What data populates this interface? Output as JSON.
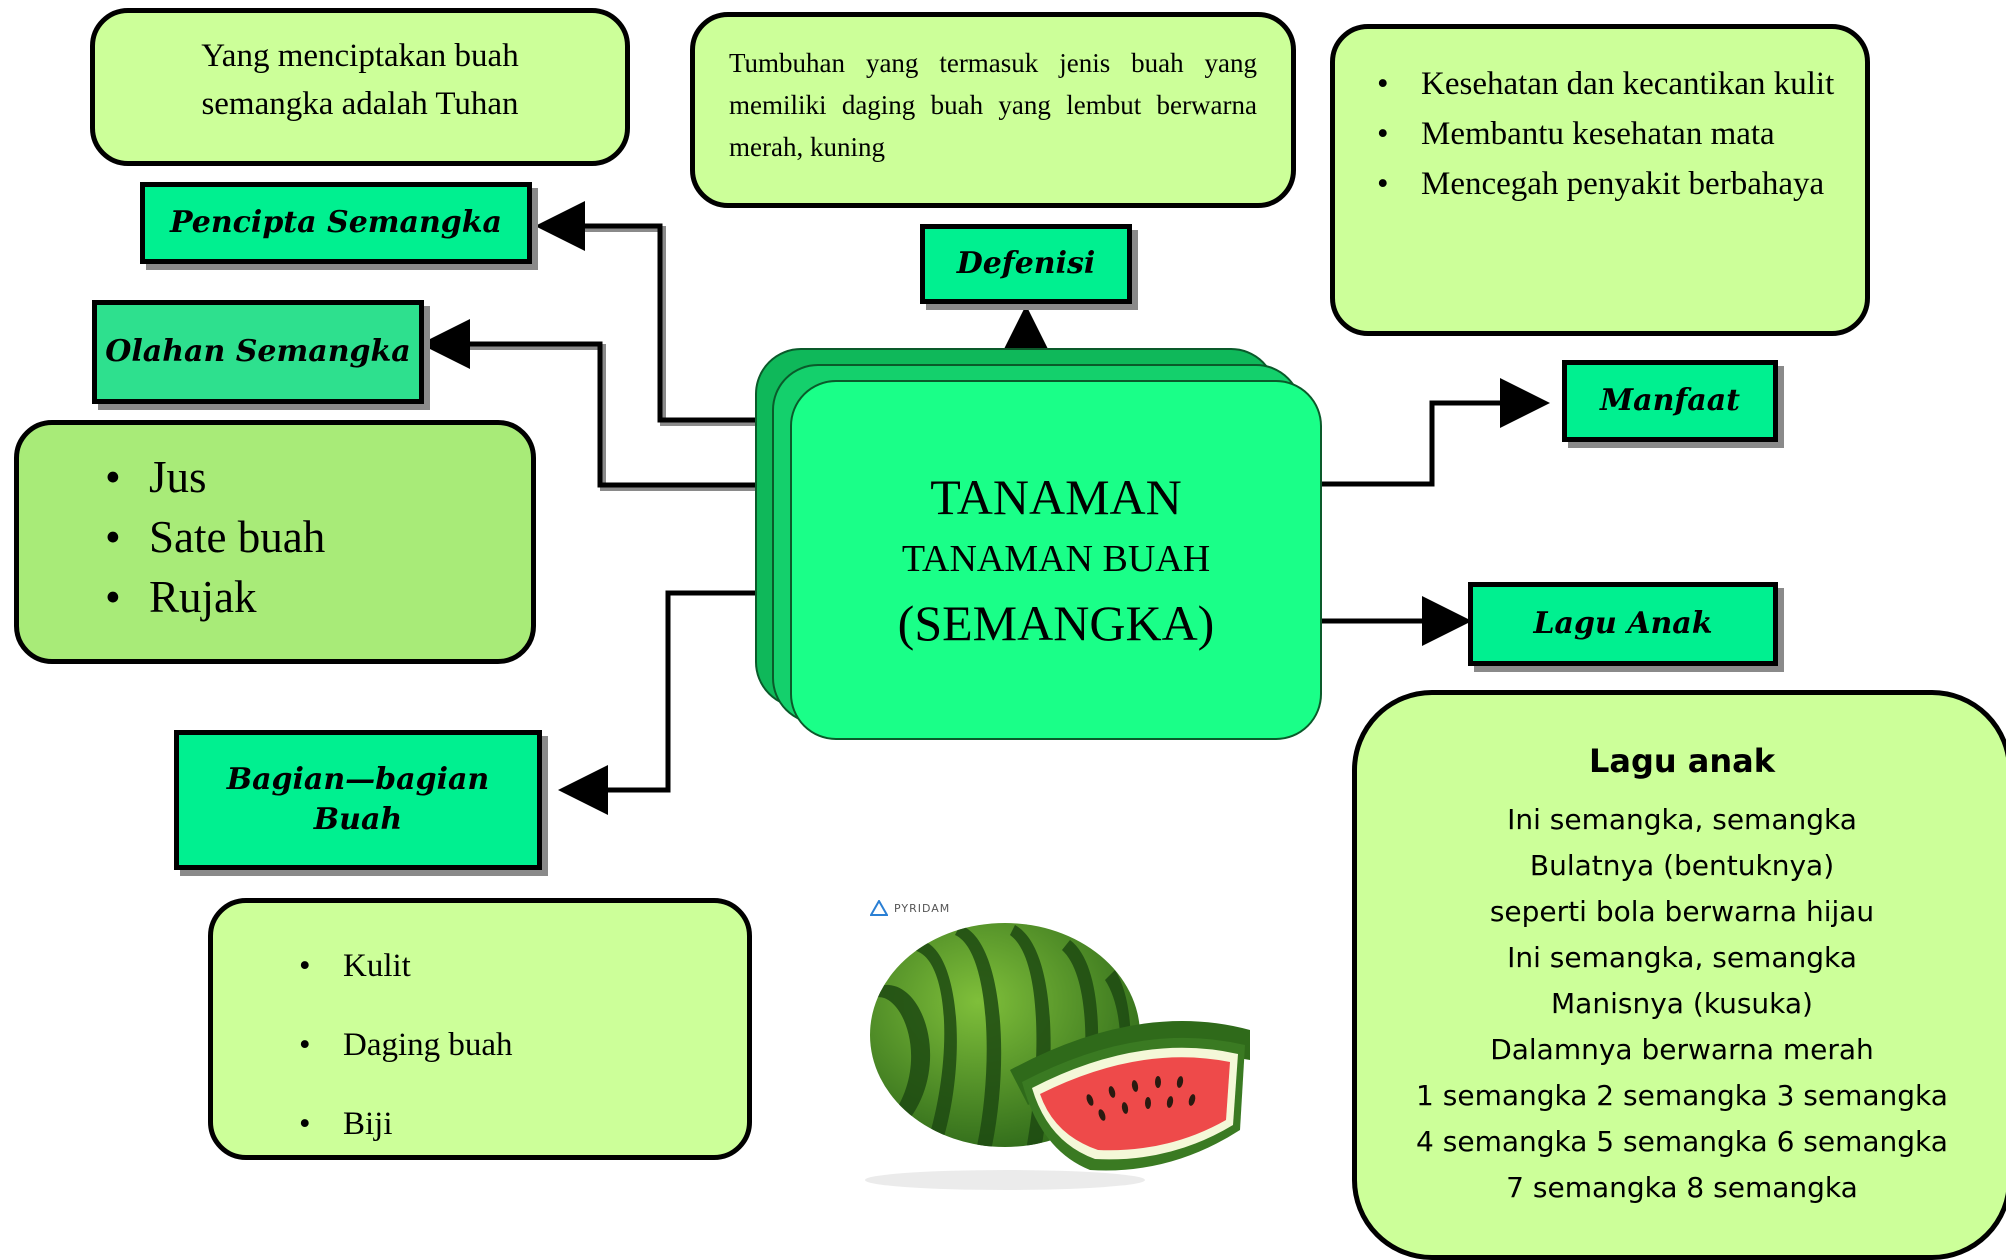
{
  "center": {
    "line1": "TANAMAN",
    "line2": "TANAMAN BUAH",
    "line3": "(SEMANGKA)"
  },
  "labels": {
    "pencipta": "Pencipta Semangka",
    "olahan": "Olahan Semangka",
    "bagian_line1": "Bagian—bagian",
    "bagian_line2": "Buah",
    "defenisi": "Defenisi",
    "manfaat": "Manfaat",
    "lagu": "Lagu Anak"
  },
  "pencipta_text": "Yang menciptakan buah semangka adalah Tuhan",
  "defenisi_text": "Tumbuhan yang termasuk jenis buah yang memiliki daging buah yang lembut berwarna merah, kuning",
  "manfaat_items": [
    "Kesehatan dan kecantikan kulit",
    "Membantu kesehatan mata",
    "Mencegah penyakit berbahaya"
  ],
  "olahan_items": [
    "Jus",
    "Sate buah",
    "Rujak"
  ],
  "bagian_items": [
    "Kulit",
    "Daging buah",
    "Biji"
  ],
  "lagu": {
    "title": "Lagu anak",
    "lines": [
      "Ini semangka, semangka",
      "Bulatnya (bentuknya)",
      "seperti bola berwarna hijau",
      "Ini semangka, semangka",
      "Manisnya (kusuka)",
      "Dalamnya berwarna merah",
      "1 semangka 2 semangka 3 semangka",
      "4 semangka 5 semangka 6 semangka",
      "7 semangka 8 semangka"
    ]
  },
  "watermark": "PYRIDAM",
  "colors": {
    "box_fill": "#ccff99",
    "label_fill": "#00f090",
    "center_fill": "#1aff88",
    "center_back": "#0fb85a"
  }
}
